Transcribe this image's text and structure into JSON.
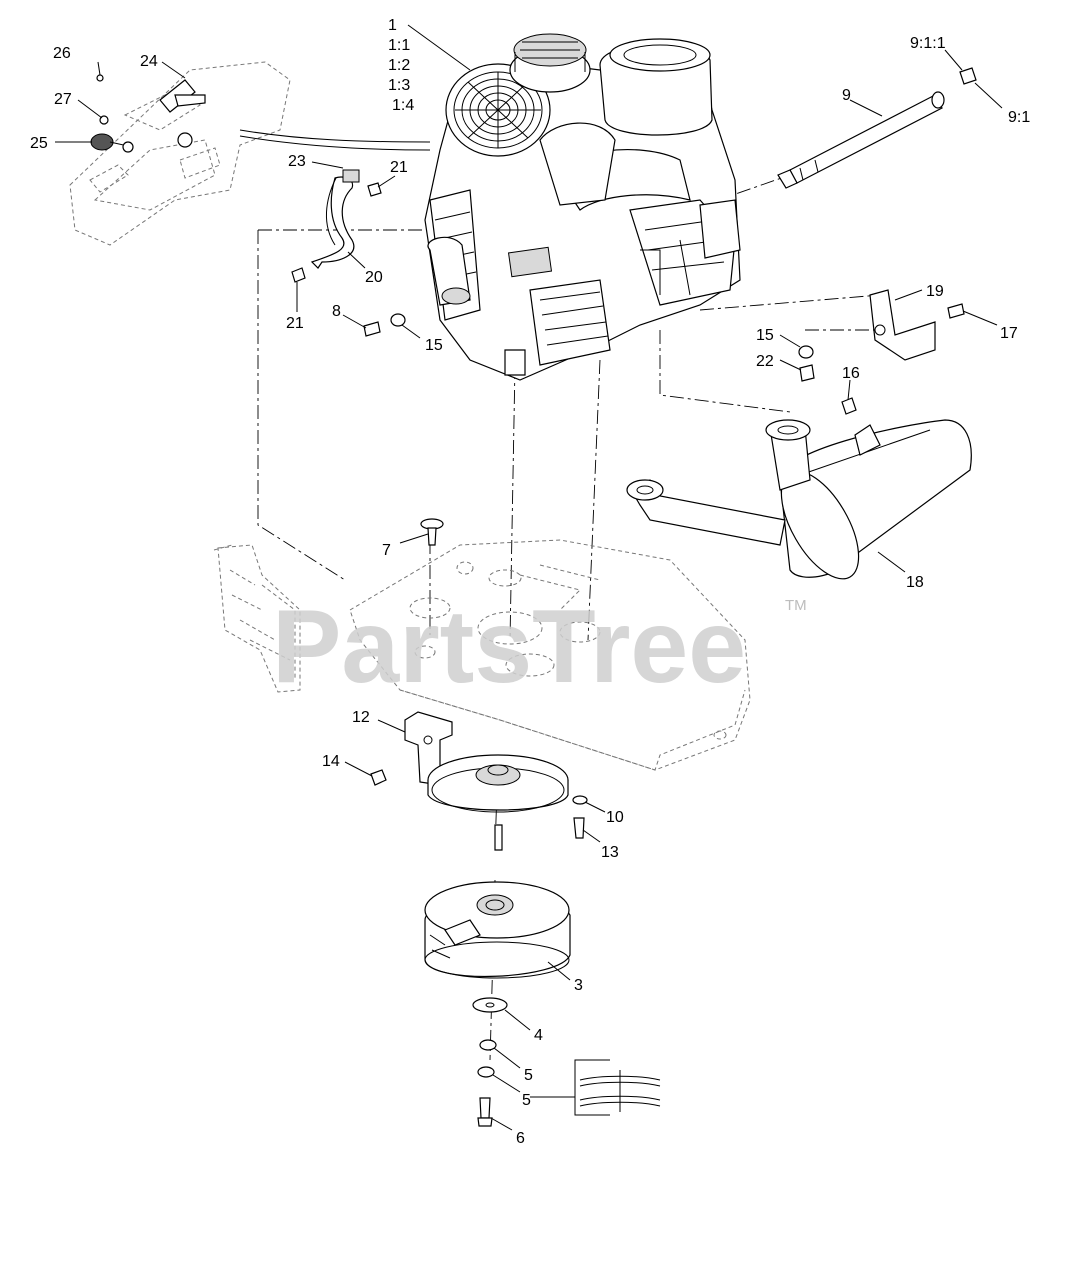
{
  "watermark": {
    "text": "PartsTree",
    "trademark": "TM"
  },
  "callouts": {
    "c1": "1",
    "c1_1": "1:1",
    "c1_2": "1:2",
    "c1_3": "1:3",
    "c1_4": "1:4",
    "c3": "3",
    "c4": "4",
    "c5a": "5",
    "c5b": "5",
    "c6": "6",
    "c7": "7",
    "c8": "8",
    "c9": "9",
    "c9_1": "9:1",
    "c9_1_1": "9:1:1",
    "c10": "10",
    "c12": "12",
    "c13": "13",
    "c14": "14",
    "c15a": "15",
    "c15b": "15",
    "c16": "16",
    "c17": "17",
    "c18": "18",
    "c19": "19",
    "c20": "20",
    "c21a": "21",
    "c21b": "21",
    "c22": "22",
    "c23": "23",
    "c24": "24",
    "c25": "25",
    "c26": "26",
    "c27": "27"
  },
  "colors": {
    "line": "#000000",
    "ghost": "#777777",
    "watermark": "#cfcfcf",
    "background": "#ffffff"
  }
}
